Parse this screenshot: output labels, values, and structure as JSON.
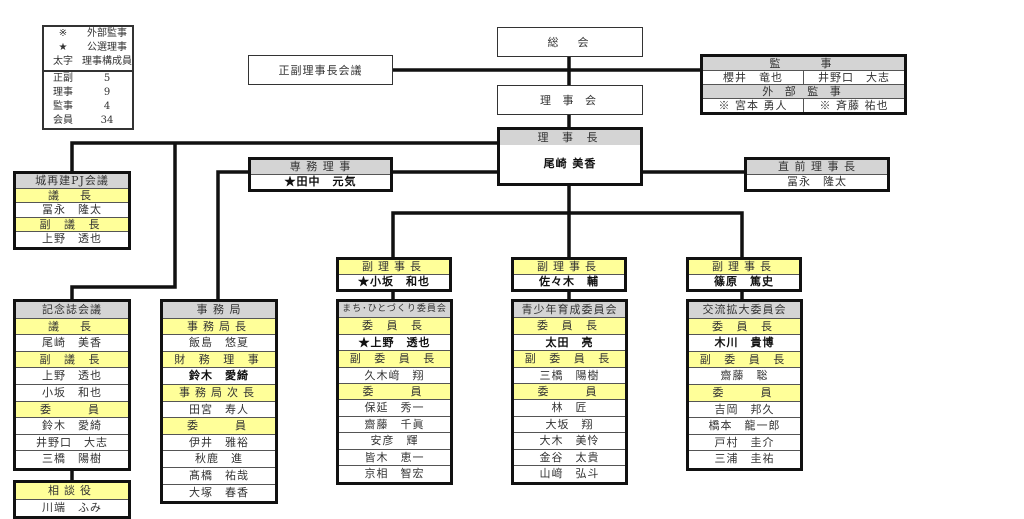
{
  "legend": {
    "symbols": [
      {
        "mark": "※",
        "meaning": "外部監事"
      },
      {
        "mark": "★",
        "meaning": "公選理事"
      },
      {
        "mark": "太字",
        "meaning": "理事構成員"
      }
    ],
    "counts": [
      {
        "label": "正副",
        "value": "5"
      },
      {
        "label": "理事",
        "value": "9"
      },
      {
        "label": "監事",
        "value": "4"
      },
      {
        "label": "会員",
        "value": "34"
      }
    ]
  },
  "top": {
    "general_meeting": "総　会",
    "board": "理 事 会",
    "chairs_meeting": "正副理事長会議"
  },
  "auditors": {
    "header": "監　　事",
    "members": [
      "櫻井　竜也",
      "井野口　大志"
    ],
    "external_header": "外 部 監 事",
    "external_members": [
      "※ 宮本 勇人",
      "※ 斉藤 祐也"
    ]
  },
  "president": {
    "header": "理 事 長",
    "name": "尾崎 美香"
  },
  "boxes": [
    {
      "id": "senmu",
      "header": "専 務 理 事",
      "rows": [
        {
          "t": "★田中　元気",
          "k": "name",
          "b": true
        }
      ]
    },
    {
      "id": "zenpresident",
      "header": "直 前 理 事 長",
      "rows": [
        {
          "t": "冨永　隆太",
          "k": "name"
        }
      ]
    },
    {
      "id": "pj",
      "header": "城再建PJ会議",
      "rows": [
        {
          "t": "議　長",
          "k": "lbl"
        },
        {
          "t": "冨永　隆太",
          "k": "name"
        },
        {
          "t": "副 議 長",
          "k": "lbl"
        },
        {
          "t": "上野　透也",
          "k": "name"
        }
      ]
    },
    {
      "id": "kinenshi",
      "header": "記念誌会議",
      "rows": [
        {
          "t": "議　長",
          "k": "lbl"
        },
        {
          "t": "尾崎　美香",
          "k": "name"
        },
        {
          "t": "副 議 長",
          "k": "lbl"
        },
        {
          "t": "上野　透也",
          "k": "name"
        },
        {
          "t": "小坂　和也",
          "k": "name"
        },
        {
          "t": "委　　員",
          "k": "lbl"
        },
        {
          "t": "鈴木　愛綺",
          "k": "name"
        },
        {
          "t": "井野口　大志",
          "k": "name"
        },
        {
          "t": "三橋　陽樹",
          "k": "name"
        }
      ]
    },
    {
      "id": "sodan",
      "rows": [
        {
          "t": "相談役",
          "k": "lbl"
        },
        {
          "t": "川端　ふみ",
          "k": "name"
        }
      ]
    },
    {
      "id": "jimu",
      "header": "事 務 局",
      "rows": [
        {
          "t": "事務局長",
          "k": "lbl"
        },
        {
          "t": "飯島　悠夏",
          "k": "name"
        },
        {
          "t": "財 務 理 事",
          "k": "lbl"
        },
        {
          "t": "鈴木　愛綺",
          "k": "name",
          "b": true
        },
        {
          "t": "事務局次長",
          "k": "lbl"
        },
        {
          "t": "田宮　寿人",
          "k": "name"
        },
        {
          "t": "委　　員",
          "k": "lbl"
        },
        {
          "t": "伊井　雅裕",
          "k": "name"
        },
        {
          "t": "秋鹿　進",
          "k": "name"
        },
        {
          "t": "髙橋　祐哉",
          "k": "name"
        },
        {
          "t": "大塚　春香",
          "k": "name"
        }
      ]
    },
    {
      "id": "vp1",
      "rows": [
        {
          "t": "副理事長",
          "k": "lbl"
        },
        {
          "t": "★小坂　和也",
          "k": "name",
          "b": true
        }
      ]
    },
    {
      "id": "vp2",
      "rows": [
        {
          "t": "副理事長",
          "k": "lbl"
        },
        {
          "t": "佐々木　輔",
          "k": "name",
          "b": true
        }
      ]
    },
    {
      "id": "vp3",
      "rows": [
        {
          "t": "副理事長",
          "k": "lbl"
        },
        {
          "t": "篠原　篤史",
          "k": "name",
          "b": true
        }
      ]
    },
    {
      "id": "machi",
      "header": "まち･ひとづくり委員会",
      "rows": [
        {
          "t": "委 員 長",
          "k": "lbl"
        },
        {
          "t": "★上野　透也",
          "k": "name",
          "b": true
        },
        {
          "t": "副 委 員 長",
          "k": "lbl"
        },
        {
          "t": "久木﨑　翔",
          "k": "name"
        },
        {
          "t": "委　　員",
          "k": "lbl"
        },
        {
          "t": "保延　秀一",
          "k": "name"
        },
        {
          "t": "齋藤　千眞",
          "k": "name"
        },
        {
          "t": "安彦　輝",
          "k": "name"
        },
        {
          "t": "皆木　恵一",
          "k": "name"
        },
        {
          "t": "京相　智宏",
          "k": "name"
        }
      ]
    },
    {
      "id": "seisho",
      "header": "青少年育成委員会",
      "rows": [
        {
          "t": "委 員 長",
          "k": "lbl"
        },
        {
          "t": "太田　亮",
          "k": "name",
          "b": true
        },
        {
          "t": "副 委 員 長",
          "k": "lbl"
        },
        {
          "t": "三橋　陽樹",
          "k": "name"
        },
        {
          "t": "委　　員",
          "k": "lbl"
        },
        {
          "t": "林　匠",
          "k": "name"
        },
        {
          "t": "大坂　翔",
          "k": "name"
        },
        {
          "t": "大木　美怜",
          "k": "name"
        },
        {
          "t": "金谷　太貴",
          "k": "name"
        },
        {
          "t": "山﨑　弘斗",
          "k": "name"
        }
      ]
    },
    {
      "id": "koryu",
      "header": "交流拡大委員会",
      "rows": [
        {
          "t": "委 員 長",
          "k": "lbl"
        },
        {
          "t": "木川　貴博",
          "k": "name",
          "b": true
        },
        {
          "t": "副 委 員 長",
          "k": "lbl"
        },
        {
          "t": "齋藤　聡",
          "k": "name"
        },
        {
          "t": "委　　員",
          "k": "lbl"
        },
        {
          "t": "吉岡　邦久",
          "k": "name"
        },
        {
          "t": "橋本　龍一郎",
          "k": "name"
        },
        {
          "t": "戸村　圭介",
          "k": "name"
        },
        {
          "t": "三浦　圭祐",
          "k": "name"
        }
      ]
    }
  ],
  "colors": {
    "header": "#d4d4d4",
    "label": "#ffff99",
    "line": "#111111"
  }
}
